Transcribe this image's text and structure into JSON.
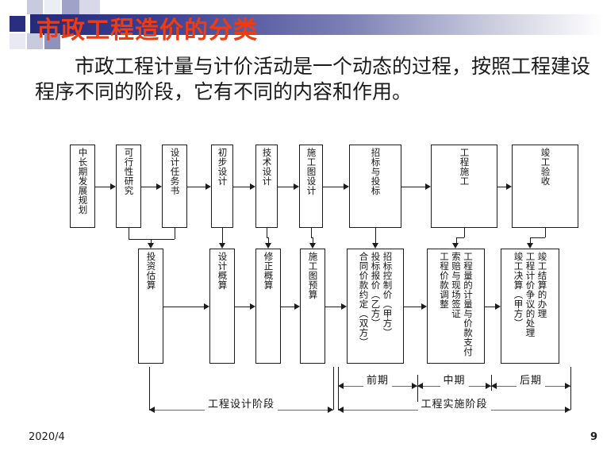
{
  "slide": {
    "title": "市政工程造价的分类",
    "title_color": "#ef3b12",
    "accent_color": "#2a2e80",
    "body_text": "市政工程计量与计价活动是一个动态的过程，按照工程建设程序不同的阶段，它有不同的内容和作用。"
  },
  "footer": {
    "date": "2020/4",
    "page": "9"
  },
  "chart_data": {
    "type": "diagram",
    "title": "工程建设程序与工程计价对应关系图",
    "rows": [
      {
        "name": "construction-procedure-row",
        "boxes": [
          {
            "id": "r1b1",
            "label": "中长期发展规划",
            "columns": [
              "中长期发展规划"
            ]
          },
          {
            "id": "r1b2",
            "label": "可行性研究",
            "columns": [
              "可行性研究"
            ]
          },
          {
            "id": "r1b3",
            "label": "设计任务书",
            "columns": [
              "设计任务书"
            ]
          },
          {
            "id": "r1b4",
            "label": "初步设计",
            "columns": [
              "初步设计"
            ]
          },
          {
            "id": "r1b5",
            "label": "技术设计",
            "columns": [
              "技术设计"
            ]
          },
          {
            "id": "r1b6",
            "label": "施工图设计",
            "columns": [
              "施工图设计"
            ]
          },
          {
            "id": "r1b7",
            "label": "招标与投标",
            "columns": [
              "招标与投标"
            ]
          },
          {
            "id": "r1b8",
            "label": "工程施工",
            "columns": [
              "工程施工"
            ]
          },
          {
            "id": "r1b9",
            "label": "竣工验收",
            "columns": [
              "竣工验收"
            ]
          }
        ]
      },
      {
        "name": "cost-document-row",
        "boxes": [
          {
            "id": "r2b1",
            "label": "投资估算",
            "columns": [
              "投资估算"
            ]
          },
          {
            "id": "r2b2",
            "label": "设计概算",
            "columns": [
              "设计概算"
            ]
          },
          {
            "id": "r2b3",
            "label": "修正概算",
            "columns": [
              "修正概算"
            ]
          },
          {
            "id": "r2b4",
            "label": "施工图预算",
            "columns": [
              "施工图预算"
            ]
          },
          {
            "id": "r2b5",
            "label": "招标控制价（甲方）投标报价（乙方）合同价款约定（双方）",
            "columns": [
              "招标控制价（甲方）",
              "投标报价（乙方）",
              "合同价款约定（双方）"
            ]
          },
          {
            "id": "r2b6",
            "label": "工程量的计量与价款支付 索赔与现场签证 工程价款调整",
            "columns": [
              "工程量的计量与价款支付",
              "索赔与现场签证",
              "工程价款调整"
            ]
          },
          {
            "id": "r2b7",
            "label": "竣工结算的办理 工程计价争议的处理 竣工决算（甲方）",
            "columns": [
              "竣工结算的办理",
              "工程计价争议的处理",
              "竣工决算（甲方）"
            ]
          }
        ]
      }
    ],
    "brackets_upper": [
      {
        "id": "bu1",
        "label": "前期"
      },
      {
        "id": "bu2",
        "label": "中期"
      },
      {
        "id": "bu3",
        "label": "后期"
      }
    ],
    "brackets_lower": [
      {
        "id": "bl1",
        "label": "工程设计阶段"
      },
      {
        "id": "bl2",
        "label": "工程实施阶段"
      }
    ]
  }
}
